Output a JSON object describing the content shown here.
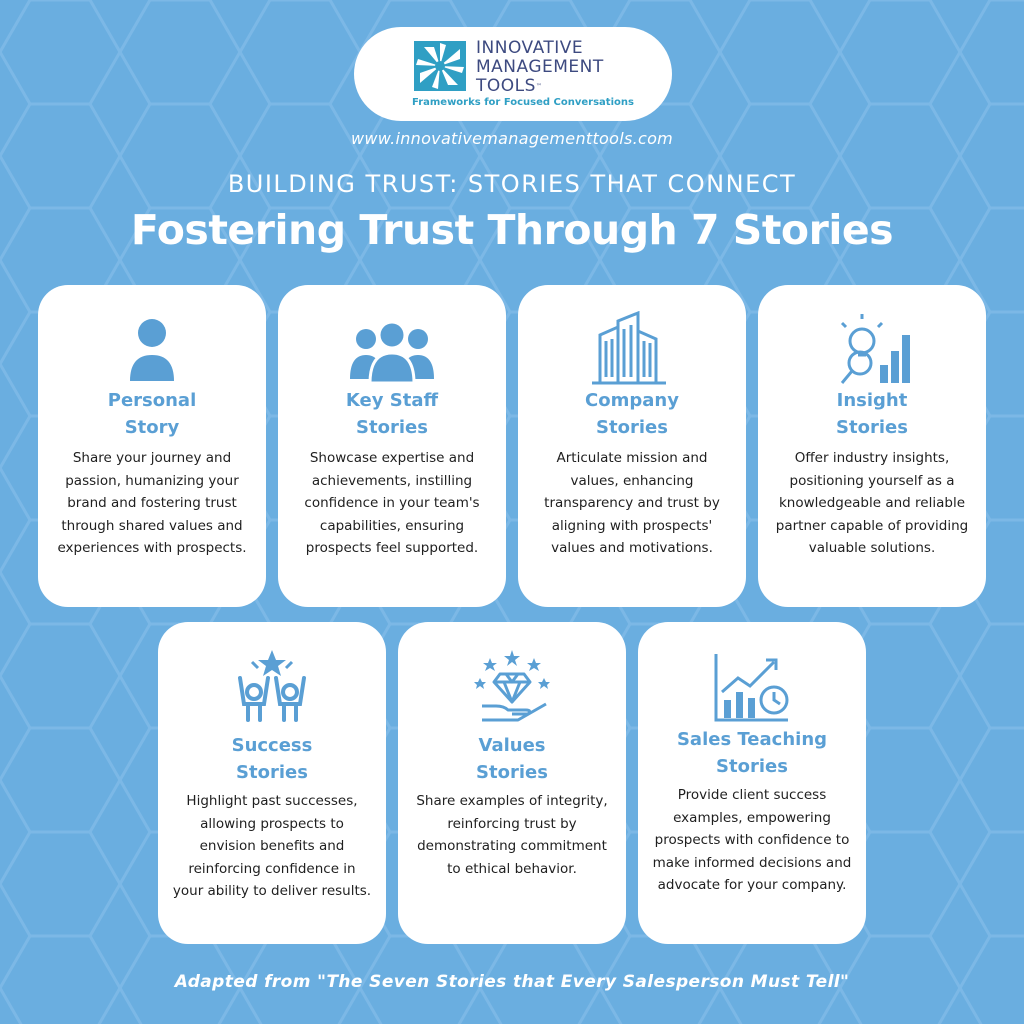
{
  "logo": {
    "line1": "INNOVATIVE",
    "line2": "MANAGEMENT",
    "line3": "TOOLS",
    "tm": "™",
    "tagline": "Frameworks for Focused Conversations"
  },
  "website": "www.innovativemanagementtools.com",
  "kicker": "BUILDING TRUST: STORIES THAT CONNECT",
  "headline": "Fostering Trust Through  7 Stories",
  "colors": {
    "background": "#6aaee0",
    "accent": "#5a9fd4",
    "card": "#ffffff",
    "logo_text": "#3d4a80"
  },
  "cards": [
    {
      "icon": "person-icon",
      "title1": "Personal",
      "title2": "Story",
      "text": "Share your journey and passion, humanizing your brand and fostering trust through shared values and experiences with prospects."
    },
    {
      "icon": "team-icon",
      "title1": "Key Staff",
      "title2": "Stories",
      "text": "Showcase expertise and achievements, instilling confidence in your team's capabilities, ensuring prospects feel supported."
    },
    {
      "icon": "buildings-icon",
      "title1": "Company",
      "title2": "Stories",
      "text": "Articulate mission and values, enhancing transparency and trust by aligning with prospects' values and motivations."
    },
    {
      "icon": "lightbulb-chart-icon",
      "title1": "Insight",
      "title2": "Stories",
      "text": "Offer industry insights, positioning yourself as a knowledgeable and reliable partner capable of providing valuable solutions."
    },
    {
      "icon": "celebrating-people-icon",
      "title1": "Success",
      "title2": "Stories",
      "text": "Highlight past successes, allowing prospects to envision benefits and reinforcing confidence in your ability to deliver results."
    },
    {
      "icon": "diamond-hand-icon",
      "title1": "Values",
      "title2": "Stories",
      "text": "Share examples of integrity, reinforcing trust by demonstrating commitment to ethical behavior."
    },
    {
      "icon": "growth-chart-clock-icon",
      "title1": "Sales Teaching",
      "title2": "Stories",
      "text": "Provide client success examples, empowering prospects with confidence to make informed decisions and advocate for your company."
    }
  ],
  "footer": "Adapted from \"The Seven Stories that Every Salesperson Must Tell\""
}
